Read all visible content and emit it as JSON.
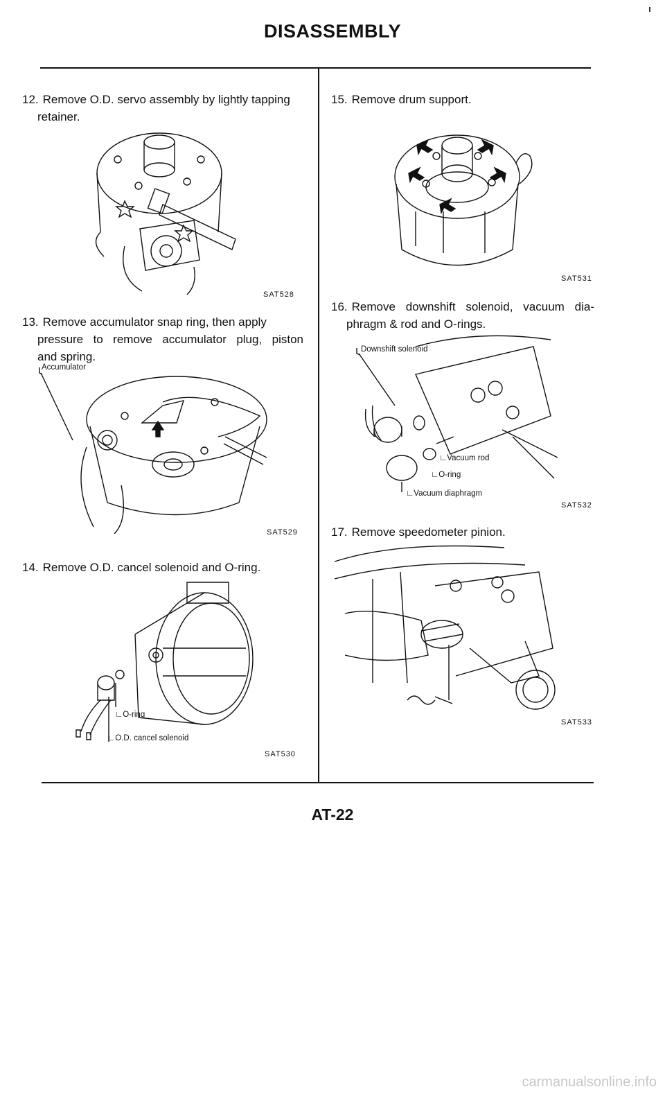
{
  "header": {
    "title": "DISASSEMBLY"
  },
  "steps": {
    "s12": {
      "num": "12.",
      "line1": "Remove O.D. servo assembly by lightly tapping",
      "line2": "retainer.",
      "figure_code": "SAT528"
    },
    "s13": {
      "num": "13.",
      "line1": "Remove accumulator snap ring, then apply",
      "line2": "pressure to remove accumulator plug, piston",
      "line3": "and spring.",
      "callout": "Accumulator",
      "figure_code": "SAT529"
    },
    "s14": {
      "num": "14.",
      "line1": "Remove O.D. cancel solenoid and O-ring.",
      "callout_oring": "O-ring",
      "callout_solenoid": "O.D. cancel solenoid",
      "figure_code": "SAT530"
    },
    "s15": {
      "num": "15.",
      "line1": "Remove drum support.",
      "figure_code": "SAT531"
    },
    "s16": {
      "num": "16.",
      "line1": "Remove downshift solenoid, vacuum dia-",
      "line2": "phragm & rod and O-rings.",
      "callout_solenoid": "Downshift solenoid",
      "callout_rod": "Vacuum rod",
      "callout_oring": "O-ring",
      "callout_diaphragm": "Vacuum diaphragm",
      "figure_code": "SAT532"
    },
    "s17": {
      "num": "17.",
      "line1": "Remove speedometer pinion.",
      "figure_code": "SAT533"
    }
  },
  "footer": {
    "page_number": "AT-22",
    "watermark": "carmanualsonline.info"
  }
}
